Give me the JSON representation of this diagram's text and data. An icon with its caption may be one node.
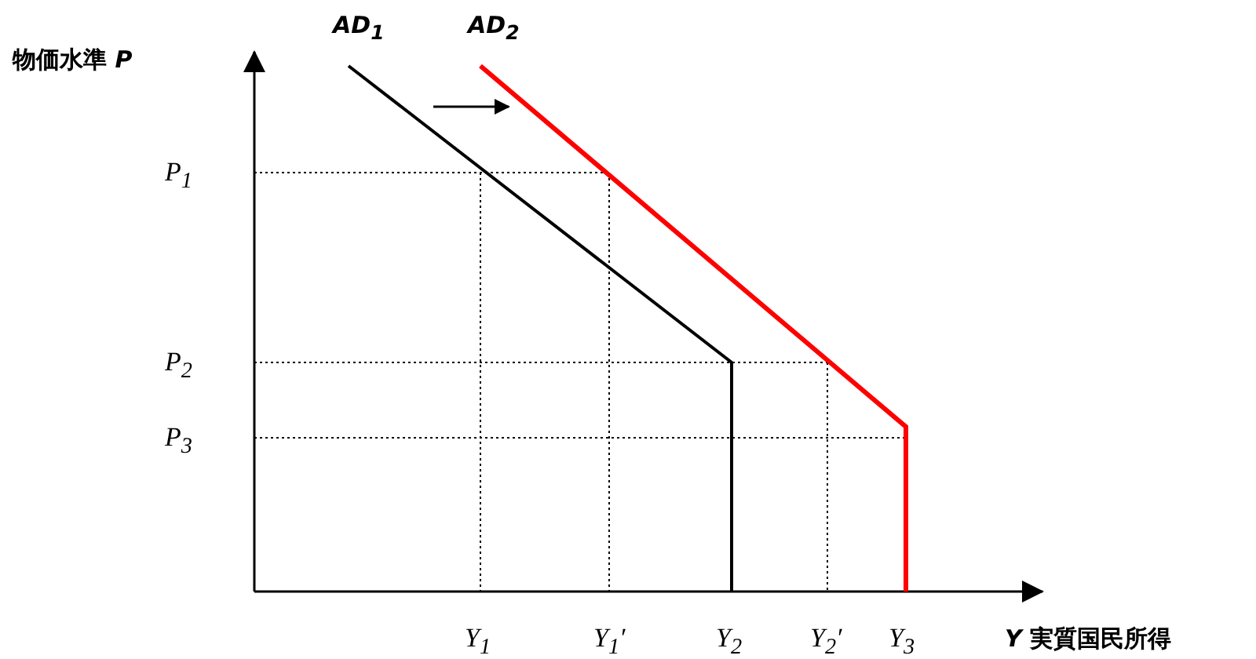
{
  "diagram": {
    "labels": [
      "AD$_{1}$",
      "AD$_{2}$",
      "物価水準 *P*",
      "P$_{1}$",
      "P$_{2}$",
      "P$_{3}$",
      "Y$_{1}$",
      "Y$_{1}$′",
      "Y$_{2}$",
      "Y$_{2}$′",
      "Y$_{3}$",
      "*Y*  実質国民所得"
    ]
  }
}
